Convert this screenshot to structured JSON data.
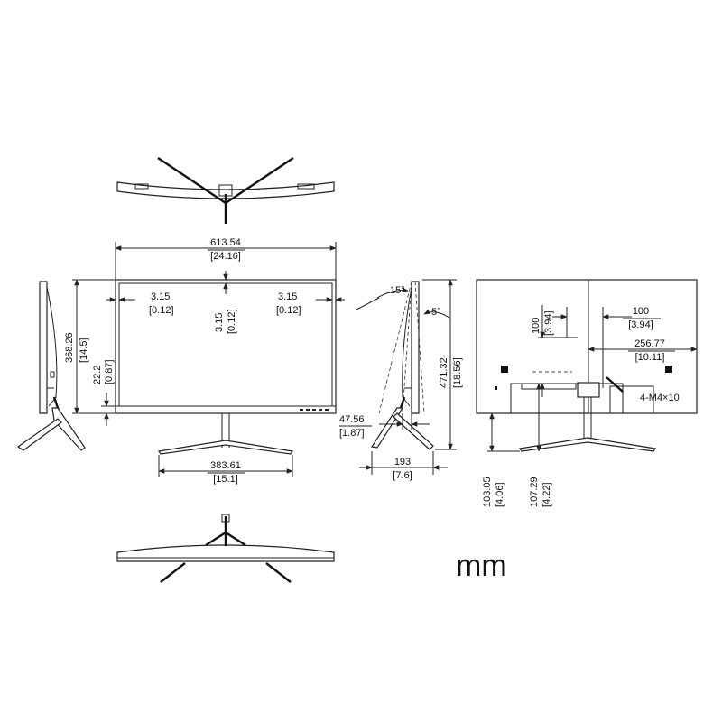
{
  "front": {
    "width": "613.54",
    "width_in": "[24.16]",
    "bezel_left": "3.15",
    "bezel_left_in": "[0.12]",
    "bezel_top": "3.15",
    "bezel_top_in": "[0.12]",
    "bezel_right": "3.15",
    "bezel_right_in": "[0.12]",
    "height": "368.26",
    "height_in": "[14.5]",
    "chin": "22.2",
    "chin_in": "[0.87]",
    "base_width": "383.61",
    "base_width_in": "[15.1]"
  },
  "side": {
    "tilt_back": "15°",
    "tilt_forward": "5°",
    "total_height": "471.32",
    "total_height_in": "[18.56]",
    "panel_offset": "47.56",
    "panel_offset_in": "[1.87]",
    "base_depth": "193",
    "base_depth_in": "[7.6]"
  },
  "rear": {
    "vesa": "100",
    "vesa_in": "[3.94]",
    "vesa_vertical": "100",
    "vesa_vertical_in": "[3.94]",
    "half_width": "256.77",
    "half_width_in": "[10.11]",
    "screws": "4-M4×10",
    "bottom_to_base": "103.05",
    "bottom_to_base_in": "[4.06]",
    "mount_to_base": "107.29",
    "mount_to_base_in": "[4.22]"
  },
  "unit": "mm"
}
